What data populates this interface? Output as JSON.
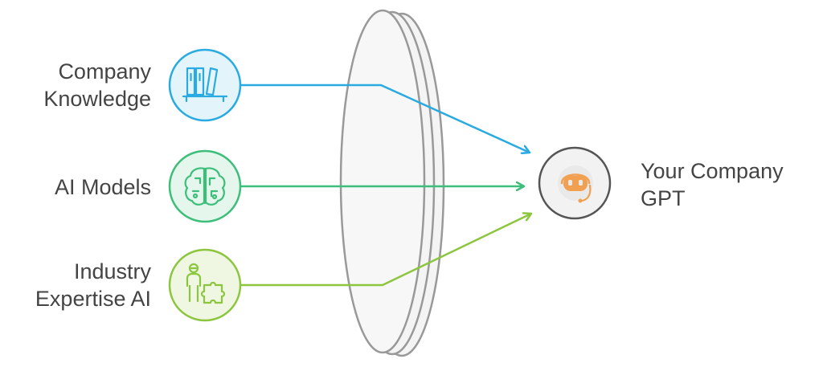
{
  "inputs": [
    {
      "id": "company-knowledge",
      "lines": [
        "Company",
        "Knowledge"
      ],
      "icon": "bookshelf-icon",
      "color": "#29ABE2",
      "fill": "#E4F4FB"
    },
    {
      "id": "ai-models",
      "lines": [
        "AI Models"
      ],
      "icon": "brain-circuit-icon",
      "color": "#3DBE7A",
      "fill": "#E5F6EC"
    },
    {
      "id": "industry-expertise-ai",
      "lines": [
        "Industry",
        "Expertise AI"
      ],
      "icon": "person-puzzle-icon",
      "color": "#8CC63F",
      "fill": "#EFF7E2"
    }
  ],
  "output": {
    "lines": [
      "Your Company",
      "GPT"
    ],
    "icon": "robot-headset-icon",
    "color": "#555555",
    "fill": "#F2F2F2",
    "accent": "#F0A050"
  },
  "lens": {
    "stroke": "#999999",
    "fill": "#F4F4F4"
  }
}
